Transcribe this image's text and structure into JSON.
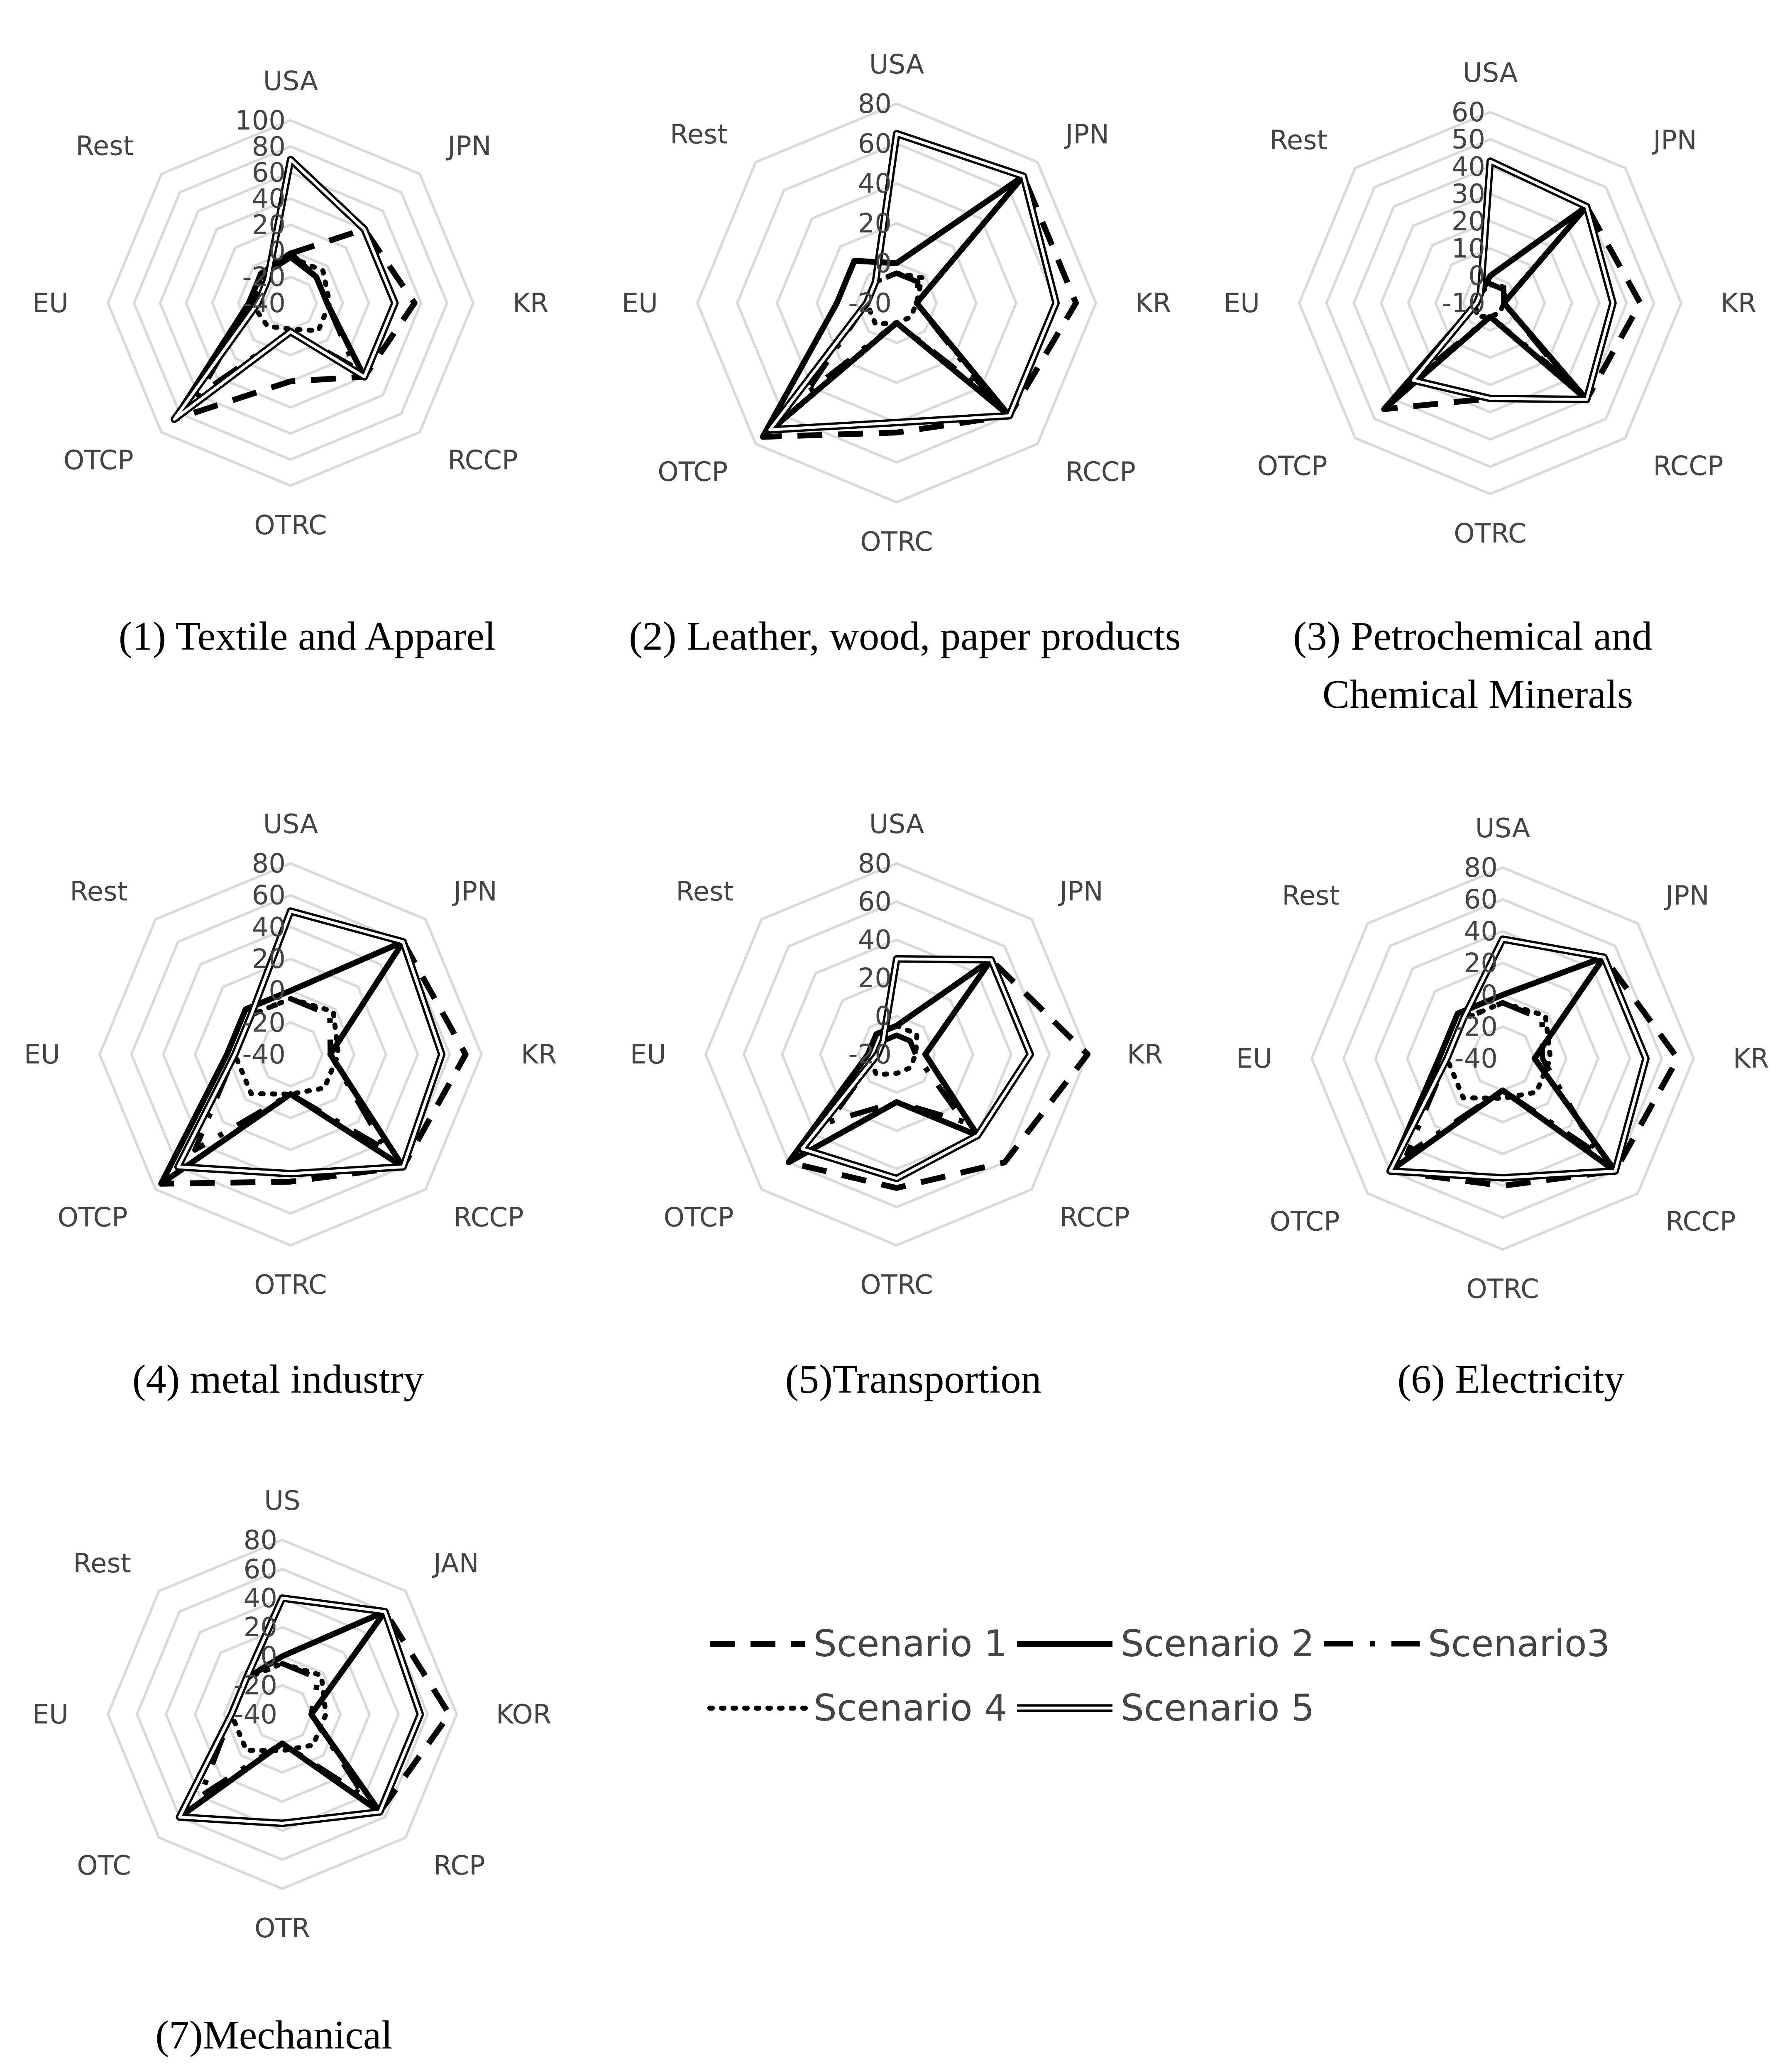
{
  "colors": {
    "grid": "#d9d9d9",
    "series": "#000000",
    "text": "#444444"
  },
  "chart_data": [
    {
      "type": "radar",
      "caption": "(1) Textile and Apparel",
      "categories": [
        "USA",
        "JPN",
        "KR",
        "RCCP",
        "OTRC",
        "OTCP",
        "EU",
        "Rest"
      ],
      "ticks": [
        "100",
        "80",
        "60",
        "40",
        "20",
        "0",
        "-20",
        "-40"
      ],
      "rmin": -40,
      "rmax": 100,
      "series": [
        {
          "name": "Scenario 1",
          "values": [
            -2,
            40,
            55,
            40,
            20,
            86,
            -8,
            -8
          ]
        },
        {
          "name": "Scenario 2",
          "values": [
            -2,
            -12,
            -12,
            40,
            -18,
            86,
            -8,
            -8
          ]
        },
        {
          "name": "Scenario3",
          "values": [
            -5,
            -12,
            -12,
            30,
            -18,
            60,
            -10,
            -10
          ]
        },
        {
          "name": "Scenario 4",
          "values": [
            -5,
            -5,
            -10,
            -10,
            -20,
            -15,
            -10,
            -10
          ]
        },
        {
          "name": "Scenario 5",
          "values": [
            70,
            40,
            40,
            40,
            -18,
            86,
            -15,
            -15
          ]
        }
      ]
    },
    {
      "type": "radar",
      "caption": "(2) Leather, wood, paper products",
      "categories": [
        "USA",
        "JPN",
        "KR",
        "RCCP",
        "OTRC",
        "OTCP",
        "EU",
        "Rest"
      ],
      "ticks": [
        "80",
        "60",
        "40",
        "20",
        "0",
        "-20"
      ],
      "rmin": -20,
      "rmax": 80,
      "series": [
        {
          "name": "Scenario 1",
          "values": [
            0,
            70,
            70,
            60,
            45,
            75,
            10,
            10
          ]
        },
        {
          "name": "Scenario 2",
          "values": [
            0,
            70,
            -10,
            60,
            -10,
            75,
            10,
            10
          ]
        },
        {
          "name": "Scenario3",
          "values": [
            -5,
            -5,
            -10,
            45,
            -10,
            45,
            -5,
            -5
          ]
        },
        {
          "name": "Scenario 4",
          "values": [
            -5,
            -2,
            -10,
            -10,
            -10,
            -5,
            -5,
            -5
          ]
        },
        {
          "name": "Scenario 5",
          "values": [
            65,
            70,
            60,
            60,
            40,
            70,
            -5,
            -5
          ]
        }
      ]
    },
    {
      "type": "radar",
      "caption": "(3) Petrochemical and Chemical Minerals",
      "categories": [
        "USA",
        "JPN",
        "KR",
        "RCCP",
        "OTRC",
        "OTCP",
        "EU",
        "Rest"
      ],
      "ticks": [
        "60",
        "50",
        "40",
        "30",
        "20",
        "10",
        "0",
        "-10"
      ],
      "rmin": -10,
      "rmax": 60,
      "series": [
        {
          "name": "Scenario 1",
          "values": [
            0,
            40,
            45,
            40,
            25,
            45,
            -5,
            -5
          ]
        },
        {
          "name": "Scenario 2",
          "values": [
            0,
            40,
            -5,
            40,
            -5,
            45,
            -5,
            -5
          ]
        },
        {
          "name": "Scenario3",
          "values": [
            -3,
            -3,
            -5,
            30,
            -5,
            30,
            -5,
            -5
          ]
        },
        {
          "name": "Scenario 4",
          "values": [
            -3,
            -2,
            -5,
            -5,
            -5,
            -3,
            -5,
            -5
          ]
        },
        {
          "name": "Scenario 5",
          "values": [
            42,
            40,
            35,
            40,
            25,
            30,
            -5,
            -5
          ]
        }
      ]
    },
    {
      "type": "radar",
      "caption": "(4) metal industry",
      "categories": [
        "USA",
        "JPN",
        "KR",
        "RCCP",
        "OTRC",
        "OTCP",
        "EU",
        "Rest"
      ],
      "ticks": [
        "80",
        "60",
        "40",
        "20",
        "0",
        "-20",
        "-40"
      ],
      "rmin": -40,
      "rmax": 80,
      "series": [
        {
          "name": "Scenario 1",
          "values": [
            0,
            60,
            70,
            60,
            40,
            75,
            0,
            0
          ]
        },
        {
          "name": "Scenario 2",
          "values": [
            0,
            60,
            -15,
            60,
            -15,
            75,
            0,
            0
          ]
        },
        {
          "name": "Scenario3",
          "values": [
            -5,
            -5,
            -15,
            45,
            -15,
            45,
            -5,
            -5
          ]
        },
        {
          "name": "Scenario 4",
          "values": [
            -5,
            -2,
            -10,
            -10,
            -15,
            -5,
            -5,
            -5
          ]
        },
        {
          "name": "Scenario 5",
          "values": [
            50,
            60,
            55,
            60,
            35,
            60,
            -5,
            -5
          ]
        }
      ]
    },
    {
      "type": "radar",
      "caption": "(5)Transportion",
      "categories": [
        "USA",
        "JPN",
        "KR",
        "RCCP",
        "OTRC",
        "OTCP",
        "EU",
        "Rest"
      ],
      "ticks": [
        "80",
        "60",
        "40",
        "20",
        "0",
        "-20"
      ],
      "rmin": -20,
      "rmax": 80,
      "series": [
        {
          "name": "Scenario 1",
          "values": [
            -5,
            50,
            80,
            60,
            50,
            60,
            -5,
            -5
          ]
        },
        {
          "name": "Scenario 2",
          "values": [
            -5,
            50,
            -5,
            40,
            5,
            60,
            -5,
            -5
          ]
        },
        {
          "name": "Scenario3",
          "values": [
            -10,
            -10,
            -10,
            30,
            5,
            30,
            -10,
            -10
          ]
        },
        {
          "name": "Scenario 4",
          "values": [
            -5,
            -5,
            -10,
            -10,
            -10,
            -5,
            -5,
            -5
          ]
        },
        {
          "name": "Scenario 5",
          "values": [
            30,
            50,
            50,
            40,
            45,
            50,
            -10,
            -10
          ]
        }
      ]
    },
    {
      "type": "radar",
      "caption": "(6) Electricity",
      "categories": [
        "USA",
        "JPN",
        "KR",
        "RCCP",
        "OTRC",
        "OTCP",
        "EU",
        "Rest"
      ],
      "ticks": [
        "80",
        "60",
        "40",
        "20",
        "0",
        "-20",
        "-40"
      ],
      "rmin": -40,
      "rmax": 80,
      "series": [
        {
          "name": "Scenario 1",
          "values": [
            0,
            50,
            70,
            60,
            40,
            60,
            0,
            0
          ]
        },
        {
          "name": "Scenario 2",
          "values": [
            0,
            50,
            -20,
            60,
            -20,
            60,
            0,
            0
          ]
        },
        {
          "name": "Scenario3",
          "values": [
            -5,
            -5,
            -15,
            45,
            -20,
            45,
            -5,
            -5
          ]
        },
        {
          "name": "Scenario 4",
          "values": [
            -5,
            -2,
            -10,
            -10,
            -15,
            -5,
            -5,
            -5
          ]
        },
        {
          "name": "Scenario 5",
          "values": [
            35,
            50,
            50,
            60,
            35,
            60,
            -5,
            -5
          ]
        }
      ]
    },
    {
      "type": "radar",
      "caption": "(7)Mechanical",
      "categories": [
        "US",
        "JAN",
        "KOR",
        "RCP",
        "OTR",
        "OTC",
        "EU",
        "Rest"
      ],
      "ticks": [
        "80",
        "60",
        "40",
        "20",
        "0",
        "-20",
        "-40"
      ],
      "rmin": -40,
      "rmax": 80,
      "series": [
        {
          "name": "Scenario 1",
          "values": [
            0,
            60,
            75,
            55,
            35,
            60,
            -5,
            -5
          ]
        },
        {
          "name": "Scenario 2",
          "values": [
            0,
            60,
            -20,
            55,
            -20,
            60,
            -5,
            -5
          ]
        },
        {
          "name": "Scenario3",
          "values": [
            -5,
            -5,
            -20,
            40,
            -20,
            40,
            -5,
            -5
          ]
        },
        {
          "name": "Scenario 4",
          "values": [
            -5,
            -2,
            -10,
            -10,
            -15,
            -5,
            -5,
            -5
          ]
        },
        {
          "name": "Scenario 5",
          "values": [
            40,
            60,
            55,
            55,
            35,
            60,
            -5,
            -5
          ]
        }
      ]
    }
  ],
  "legend": {
    "items": [
      {
        "label": "Scenario 1",
        "style": "dashed"
      },
      {
        "label": "Scenario 2",
        "style": "solid"
      },
      {
        "label": "Scenario3",
        "style": "dash-dot"
      },
      {
        "label": "Scenario 4",
        "style": "dotted"
      },
      {
        "label": "Scenario 5",
        "style": "double"
      }
    ]
  }
}
